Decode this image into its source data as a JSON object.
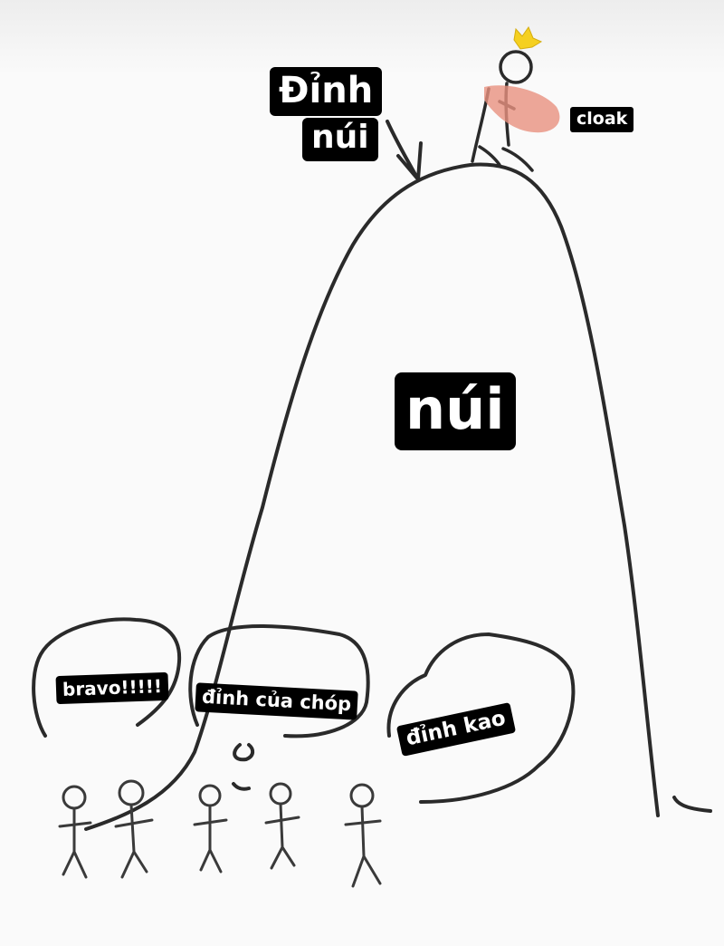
{
  "labels": {
    "peak_line1": "Đỉnh",
    "peak_line2": "núi",
    "cloak": "cloak",
    "mountain": "núi",
    "bubble_left": "bravo!!!!!",
    "bubble_middle": "đỉnh của chóp",
    "bubble_right": "đỉnh kao"
  },
  "colors": {
    "background": "#fafafa",
    "ink": "#2a2a2a",
    "cloak": "#e8917f",
    "crown": "#f5d020",
    "label_bg": "#000000",
    "label_text": "#ffffff"
  },
  "icons": {
    "crown": "crown-icon",
    "arrow": "arrow-down-icon"
  }
}
